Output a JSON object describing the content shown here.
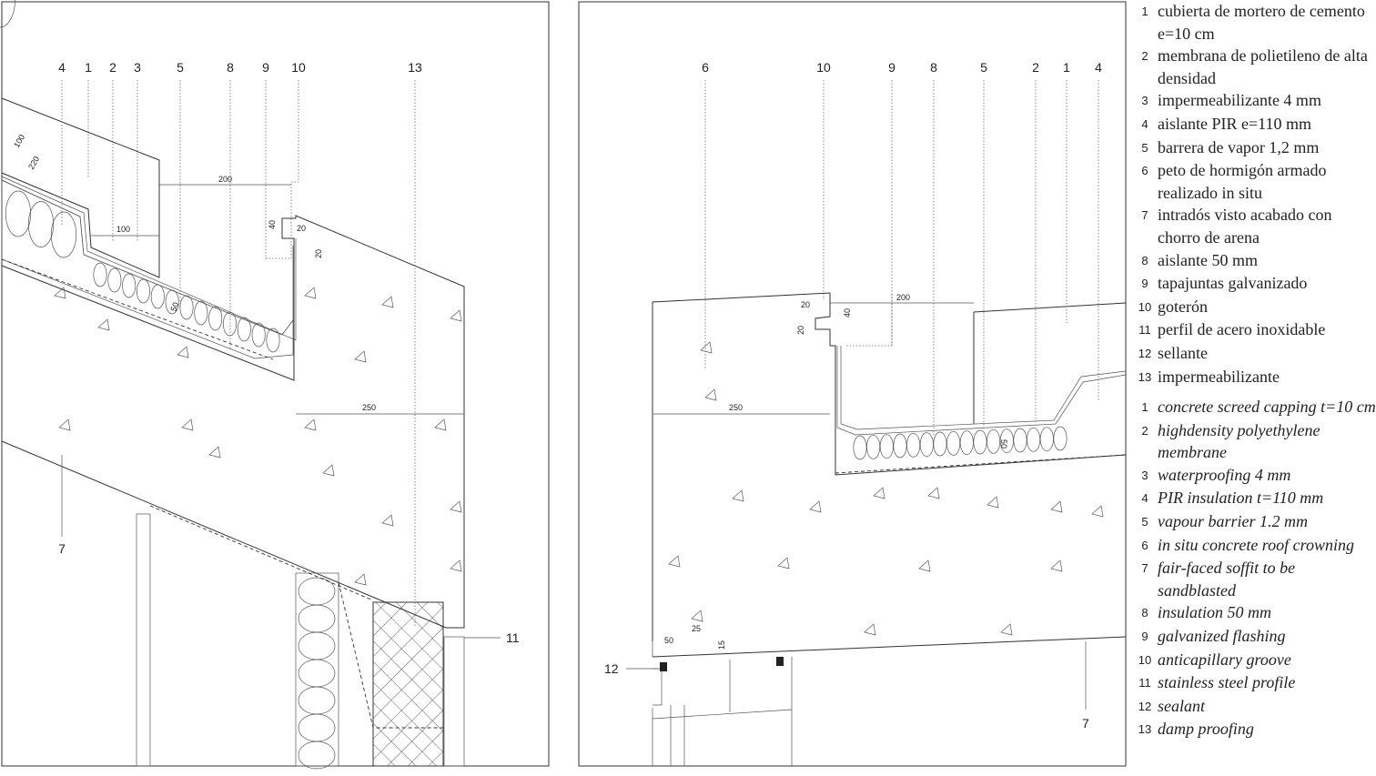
{
  "left_detail": {
    "callouts": [
      "4",
      "1",
      "2",
      "3",
      "5",
      "8",
      "9",
      "10",
      "13"
    ],
    "side_callouts": {
      "soffit": "7",
      "profile": "11"
    },
    "dimensions": {
      "d200": "200",
      "d100": "100",
      "d40": "40",
      "d20a": "20",
      "d20b": "20",
      "d250": "250",
      "d50": "50",
      "d100b": "100",
      "d220": "220"
    }
  },
  "right_detail": {
    "callouts": [
      "6",
      "10",
      "9",
      "8",
      "5",
      "2",
      "1",
      "4"
    ],
    "side_callouts": {
      "sealant": "12",
      "soffit": "7"
    },
    "dimensions": {
      "d200": "200",
      "d20a": "20",
      "d40": "40",
      "d20b": "20",
      "d250": "250",
      "d50": "50",
      "d50b": "50",
      "d25": "25",
      "d15": "15"
    }
  },
  "legend_es": [
    {
      "n": "1",
      "text": "cubierta de mortero de cemento e=10 cm"
    },
    {
      "n": "2",
      "text": "membrana de polietileno de alta densidad"
    },
    {
      "n": "3",
      "text": "impermeabilizante 4 mm"
    },
    {
      "n": "4",
      "text": "aislante PIR e=110 mm"
    },
    {
      "n": "5",
      "text": "barrera de vapor 1,2 mm"
    },
    {
      "n": "6",
      "text": "peto de hormigón armado realizado in situ"
    },
    {
      "n": "7",
      "text": "intradós visto acabado con chorro de arena"
    },
    {
      "n": "8",
      "text": "aislante 50 mm"
    },
    {
      "n": "9",
      "text": "tapajuntas galvanizado"
    },
    {
      "n": "10",
      "text": "goterón"
    },
    {
      "n": "11",
      "text": "perfil de acero inoxidable"
    },
    {
      "n": "12",
      "text": "sellante"
    },
    {
      "n": "13",
      "text": "impermeabilizante"
    }
  ],
  "legend_en": [
    {
      "n": "1",
      "text": "concrete screed capping t=10 cm"
    },
    {
      "n": "2",
      "text": "highdensity polyethylene membrane"
    },
    {
      "n": "3",
      "text": "waterproofing 4 mm"
    },
    {
      "n": "4",
      "text": "PIR insulation t=110 mm"
    },
    {
      "n": "5",
      "text": "vapour barrier 1.2 mm"
    },
    {
      "n": "6",
      "text": "in situ concrete roof crowning"
    },
    {
      "n": "7",
      "text": "fair-faced soffit to be sandblasted"
    },
    {
      "n": "8",
      "text": "insulation 50 mm"
    },
    {
      "n": "9",
      "text": "galvanized flashing"
    },
    {
      "n": "10",
      "text": "anticapillary groove"
    },
    {
      "n": "11",
      "text": "stainless steel profile"
    },
    {
      "n": "12",
      "text": "sealant"
    },
    {
      "n": "13",
      "text": "damp proofing"
    }
  ]
}
